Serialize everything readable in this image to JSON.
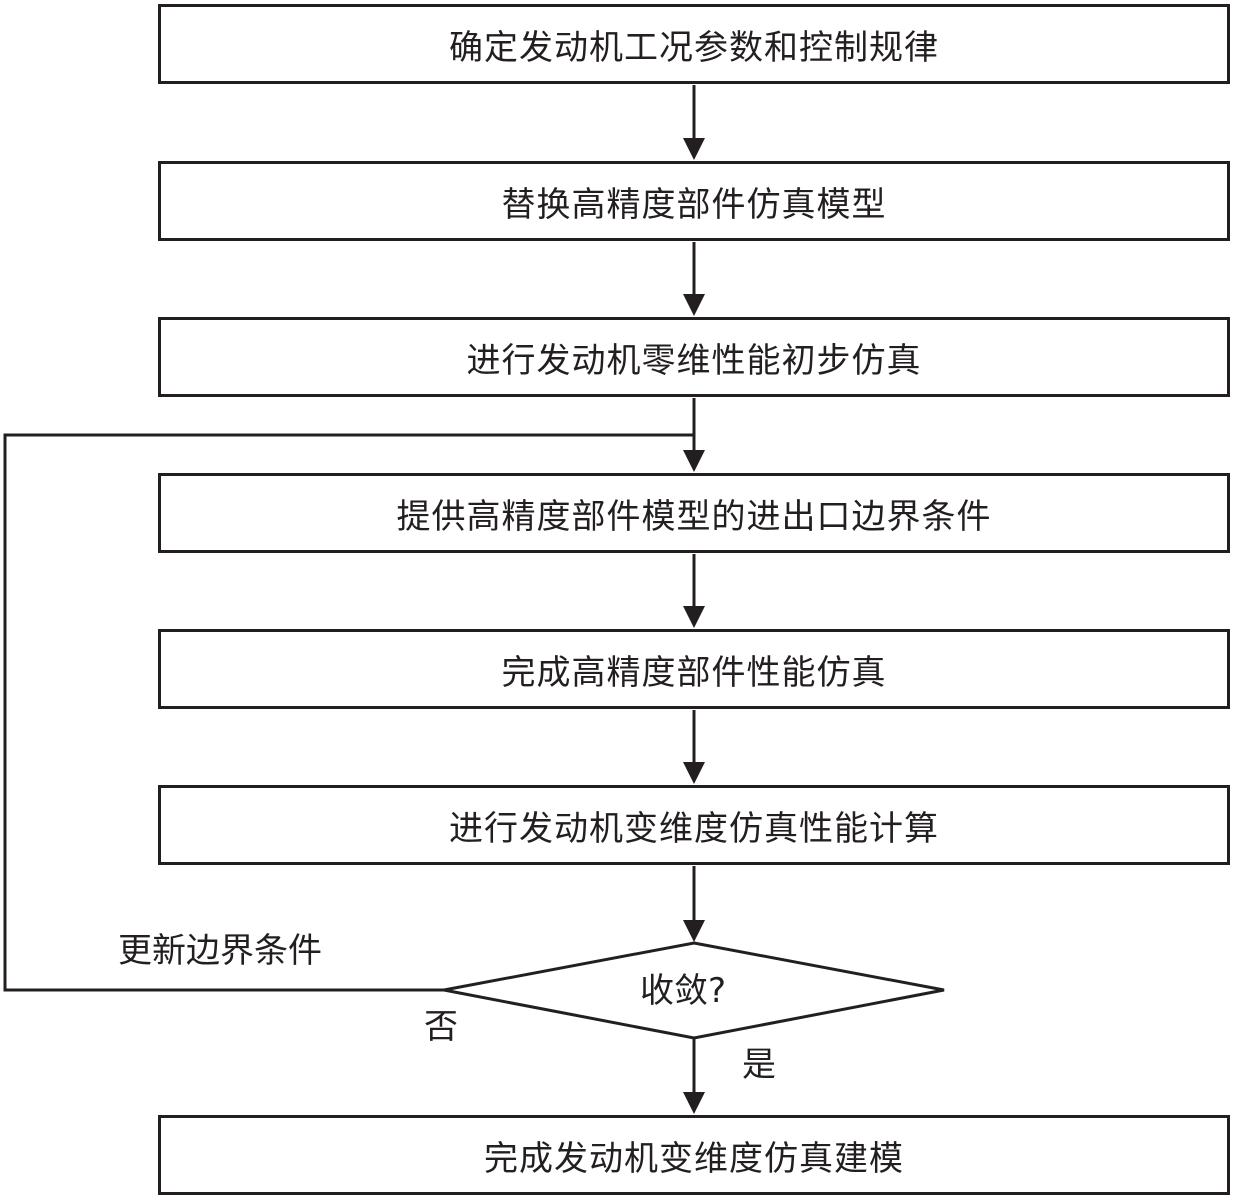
{
  "steps": [
    "确定发动机工况参数和控制规律",
    "替换高精度部件仿真模型",
    "进行发动机零维性能初步仿真",
    "提供高精度部件模型的进出口边界条件",
    "完成高精度部件性能仿真",
    "进行发动机变维度仿真性能计算"
  ],
  "decision": {
    "question": "收敛?",
    "no_label": "否",
    "yes_label": "是",
    "loop_label": "更新边界条件"
  },
  "final_step": "完成发动机变维度仿真建模",
  "colors": {
    "line": "#231f20",
    "background": "#ffffff"
  }
}
